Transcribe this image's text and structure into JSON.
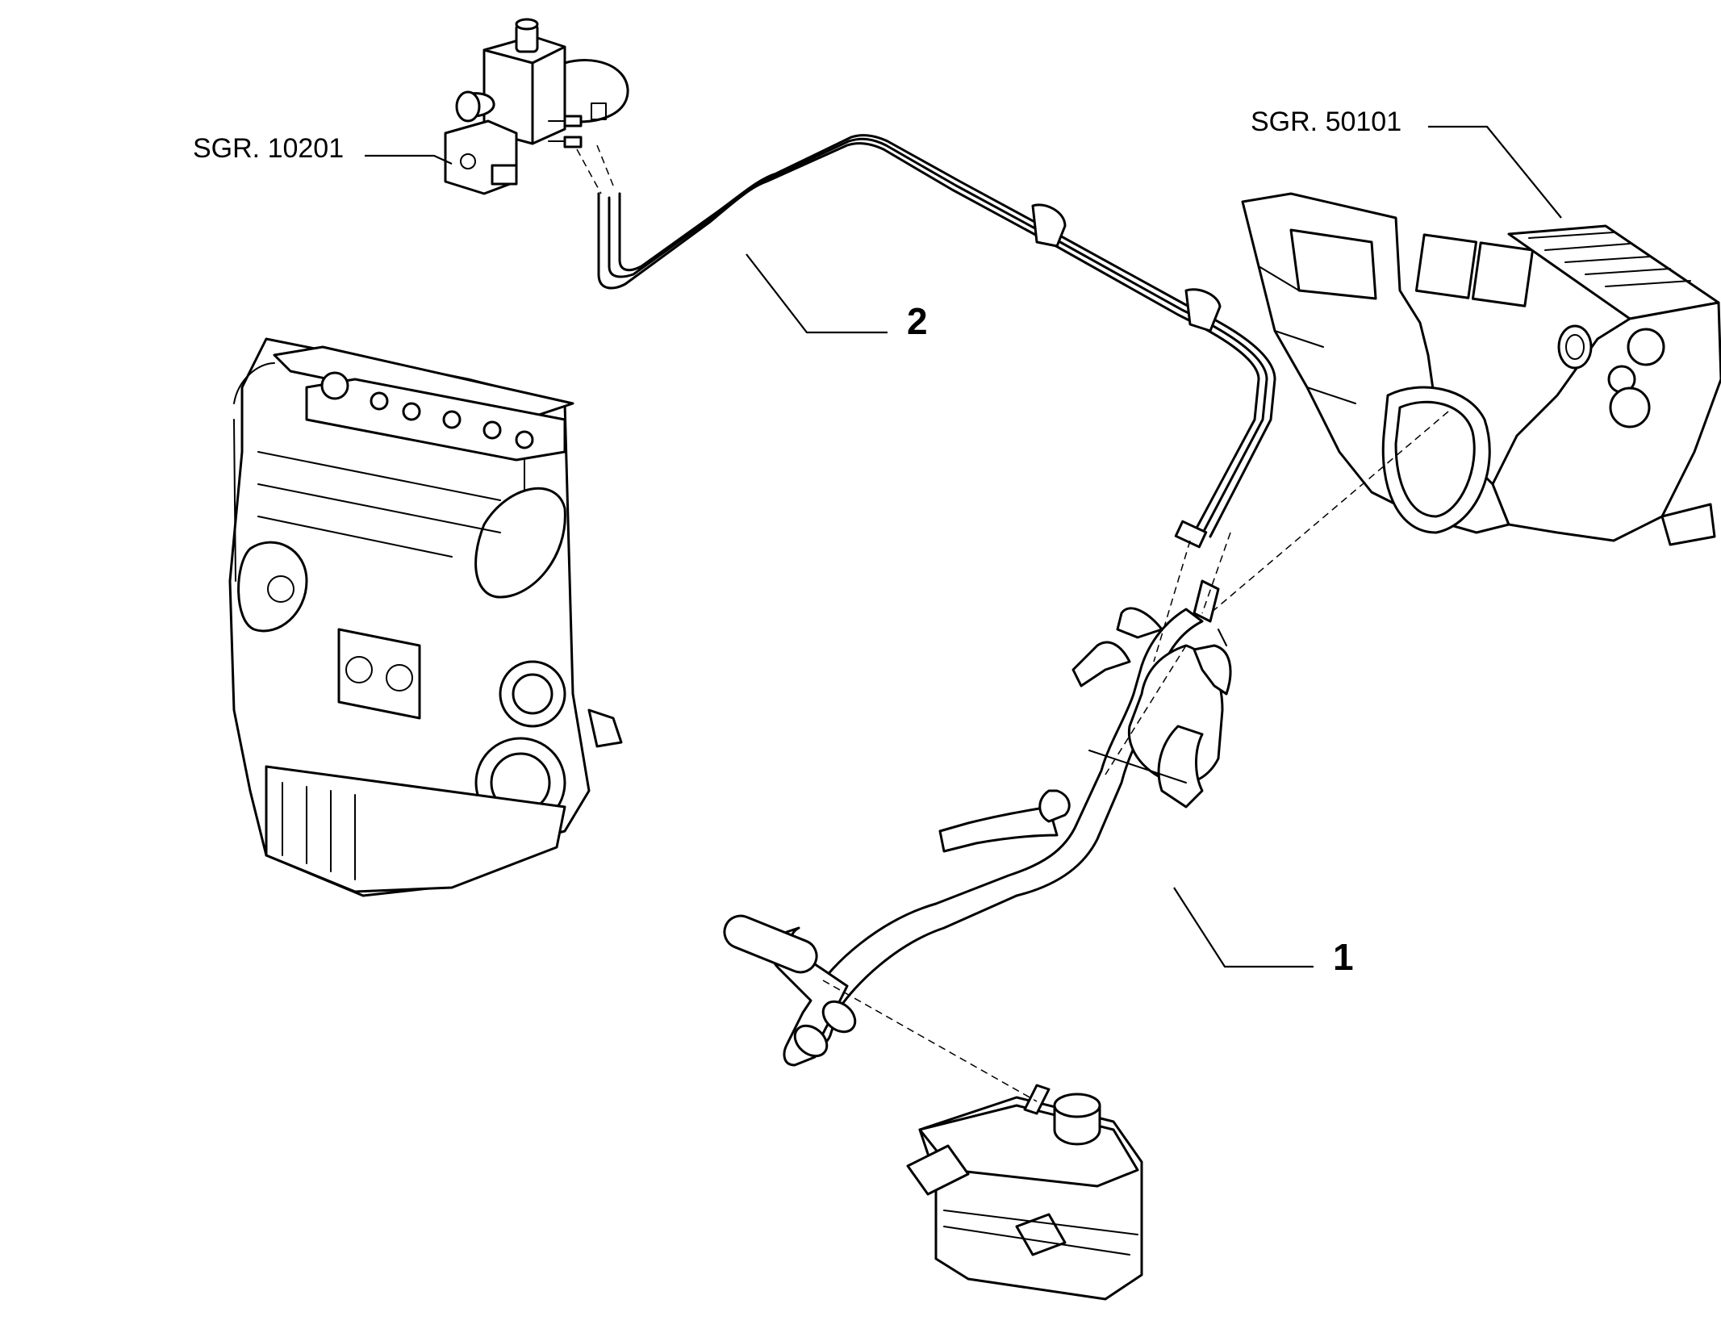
{
  "callouts": {
    "ref_valve": "SGR. 10201",
    "ref_heater": "SGR. 50101",
    "part_2": "2",
    "part_1": "1"
  }
}
